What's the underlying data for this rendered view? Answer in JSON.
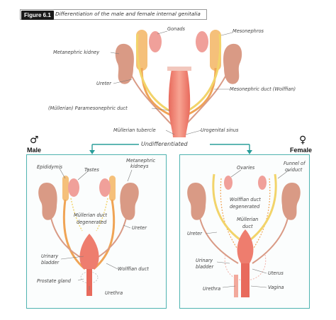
{
  "figure": {
    "tag": "Figure 6.1",
    "title": "Differentiation of the male and female internal genitalia"
  },
  "undifferentiated": {
    "heading": "Undifferentiated",
    "labels": {
      "gonads": "Gonads",
      "mesonephros": "Mesonephros",
      "metanephric_kidney": "Metanephric kidney",
      "ureter": "Ureter",
      "paramesonephric": "(Müllerian) Paramesonephric duct",
      "mesonephric": "Mesonephric duct (Wolffian)",
      "mullerian_tubercle": "Müllerian tubercle",
      "urogenital_sinus": "Urogenital sinus"
    }
  },
  "male": {
    "symbol": "♂",
    "heading": "Male",
    "labels": {
      "epididymis": "Epididymis",
      "testes": "Testes",
      "metanephric_kidneys_1": "Metanephric",
      "metanephric_kidneys_2": "kidneys",
      "mullerian_degen_1": "Müllerian duct",
      "mullerian_degen_2": "degenerated",
      "ureter": "Ureter",
      "urinary_bladder_1": "Urinary",
      "urinary_bladder_2": "bladder",
      "wolffian_duct": "Wolffian duct",
      "prostate_gland": "Prostate gland",
      "urethra": "Urethra"
    }
  },
  "female": {
    "symbol": "♀",
    "heading": "Female",
    "labels": {
      "ovaries": "Ovaries",
      "funnel_1": "Funnel of",
      "funnel_2": "oviduct",
      "wolffian_degen_1": "Wolffian duct",
      "wolffian_degen_2": "degenerated",
      "mullerian_1": "Müllerian",
      "mullerian_2": "duct",
      "ureter": "Ureter",
      "urinary_bladder_1": "Urinary",
      "urinary_bladder_2": "bladder",
      "uterus": "Uterus",
      "urethra": "Urethra",
      "vagina": "Vagina"
    }
  },
  "colors": {
    "kidney": "#d99a85",
    "gonad": "#f0a09a",
    "mesonephros": "#f5c07a",
    "duct_yellow": "#f2d46a",
    "duct_orange": "#f0a455",
    "sinus": "#ee7d6e",
    "panel_border": "#4fb3b0",
    "arrow": "#2a9d9a"
  }
}
